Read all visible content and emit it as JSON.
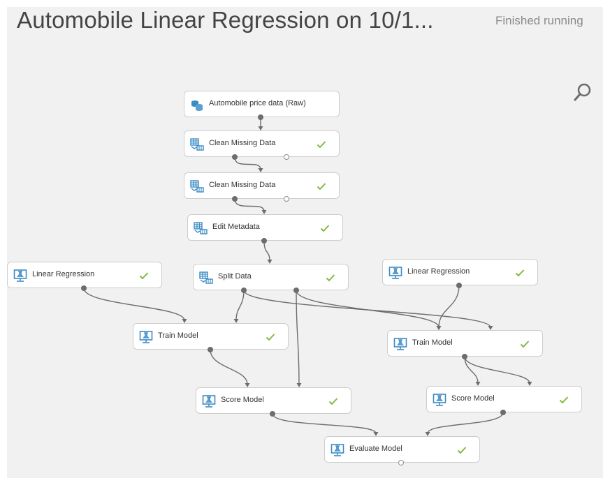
{
  "experiment": {
    "title": "Automobile Linear Regression on 10/1...",
    "status": "Finished running"
  },
  "icons": {
    "search": "search-icon",
    "dataset": "dataset-icon",
    "module": "module-icon",
    "model": "model-icon",
    "check": "check-icon"
  },
  "colors": {
    "accent_icon": "#3c8bc4",
    "check": "#7fba3f",
    "edge": "#6d6d6d",
    "canvas": "#f1f1f1"
  },
  "modules": [
    {
      "id": "raw",
      "label": "Automobile price data (Raw)",
      "icon": "dataset",
      "check": false
    },
    {
      "id": "clean1",
      "label": "Clean Missing Data",
      "icon": "module",
      "check": true
    },
    {
      "id": "clean2",
      "label": "Clean Missing Data",
      "icon": "module",
      "check": true
    },
    {
      "id": "meta",
      "label": "Edit Metadata",
      "icon": "module",
      "check": true
    },
    {
      "id": "lr1",
      "label": "Linear Regression",
      "icon": "model",
      "check": true
    },
    {
      "id": "split",
      "label": "Split Data",
      "icon": "module",
      "check": true
    },
    {
      "id": "lr2",
      "label": "Linear Regression",
      "icon": "model",
      "check": true
    },
    {
      "id": "train1",
      "label": "Train Model",
      "icon": "model",
      "check": true
    },
    {
      "id": "train2",
      "label": "Train Model",
      "icon": "model",
      "check": true
    },
    {
      "id": "score1",
      "label": "Score Model",
      "icon": "model",
      "check": true
    },
    {
      "id": "score2",
      "label": "Score Model",
      "icon": "model",
      "check": true
    },
    {
      "id": "eval",
      "label": "Evaluate Model",
      "icon": "model",
      "check": true
    }
  ]
}
